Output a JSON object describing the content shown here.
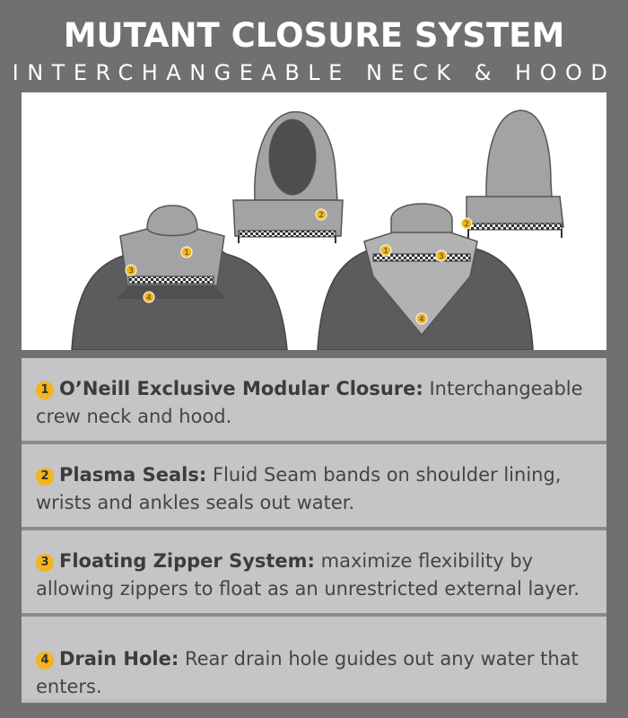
{
  "header": {
    "title": "MUTANT CLOSURE SYSTEM",
    "subtitle": "INTERCHANGEABLE NECK & HOOD"
  },
  "colors": {
    "background": "#707070",
    "panel": "#c5c5c7",
    "badge": "#f2b51c",
    "suit": "#58585a",
    "hood": "#9a9a9c"
  },
  "diagram_markers": [
    "1",
    "2",
    "3",
    "4"
  ],
  "features": [
    {
      "number": "1",
      "label": "O’Neill Exclusive Modular Closure:",
      "text": " Interchangeable crew neck and hood."
    },
    {
      "number": "2",
      "label": "Plasma Seals:",
      "text": " Fluid Seam bands on shoulder lining, wrists and ankles seals out water."
    },
    {
      "number": "3",
      "label": "Floating Zipper System:",
      "text": " maximize flexibility by allowing zippers to float as an unrestricted external layer."
    },
    {
      "number": "4",
      "label": "Drain Hole:",
      "text": " Rear drain hole guides out any water that enters."
    }
  ]
}
